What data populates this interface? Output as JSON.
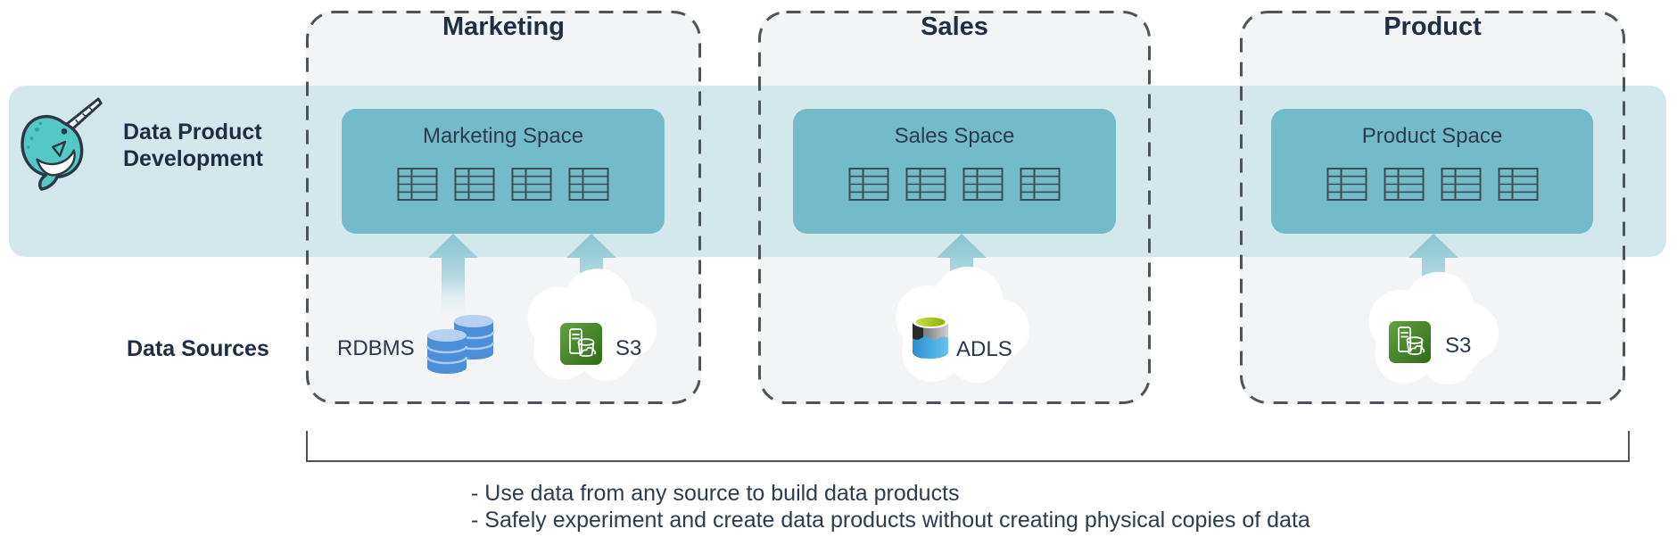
{
  "lanes": {
    "data_product_development": {
      "line1": "Data Product",
      "line2": "Development"
    },
    "data_sources": {
      "label": "Data Sources"
    }
  },
  "departments": [
    {
      "name": "Marketing",
      "space_label": "Marketing Space",
      "table_count": 4,
      "sources": [
        {
          "icon": "rdbms-database-icon",
          "label": "RDBMS"
        },
        {
          "icon": "aws-s3-icon",
          "label": "S3"
        }
      ]
    },
    {
      "name": "Sales",
      "space_label": "Sales Space",
      "table_count": 4,
      "sources": [
        {
          "icon": "azure-adls-icon",
          "label": "ADLS"
        }
      ]
    },
    {
      "name": "Product",
      "space_label": "Product Space",
      "table_count": 4,
      "sources": [
        {
          "icon": "aws-s3-icon",
          "label": "S3"
        }
      ]
    }
  ],
  "notes": [
    "- Use data from any source to build data products",
    "- Safely experiment and create data products without creating physical copies of data"
  ],
  "icons": [
    "narwhal-mascot-icon",
    "table-icon",
    "up-arrow-icon",
    "cloud-shape",
    "rdbms-database-icon",
    "aws-s3-icon",
    "azure-adls-icon"
  ],
  "colors": {
    "band": "#d3e8ec",
    "space_box": "#73bbc9",
    "department_box_fill": "#f3f4f6",
    "dashed_border": "#4e545a",
    "heading_text": "#1f2e45",
    "body_text": "#2c3c50",
    "arrow_teal": "#86c5d2",
    "s3_green": "#3f7d21",
    "adls_blue": "#2e8fd0",
    "rdbms_blue": "#4a8fd7",
    "narwhal_teal": "#54c7c7"
  }
}
